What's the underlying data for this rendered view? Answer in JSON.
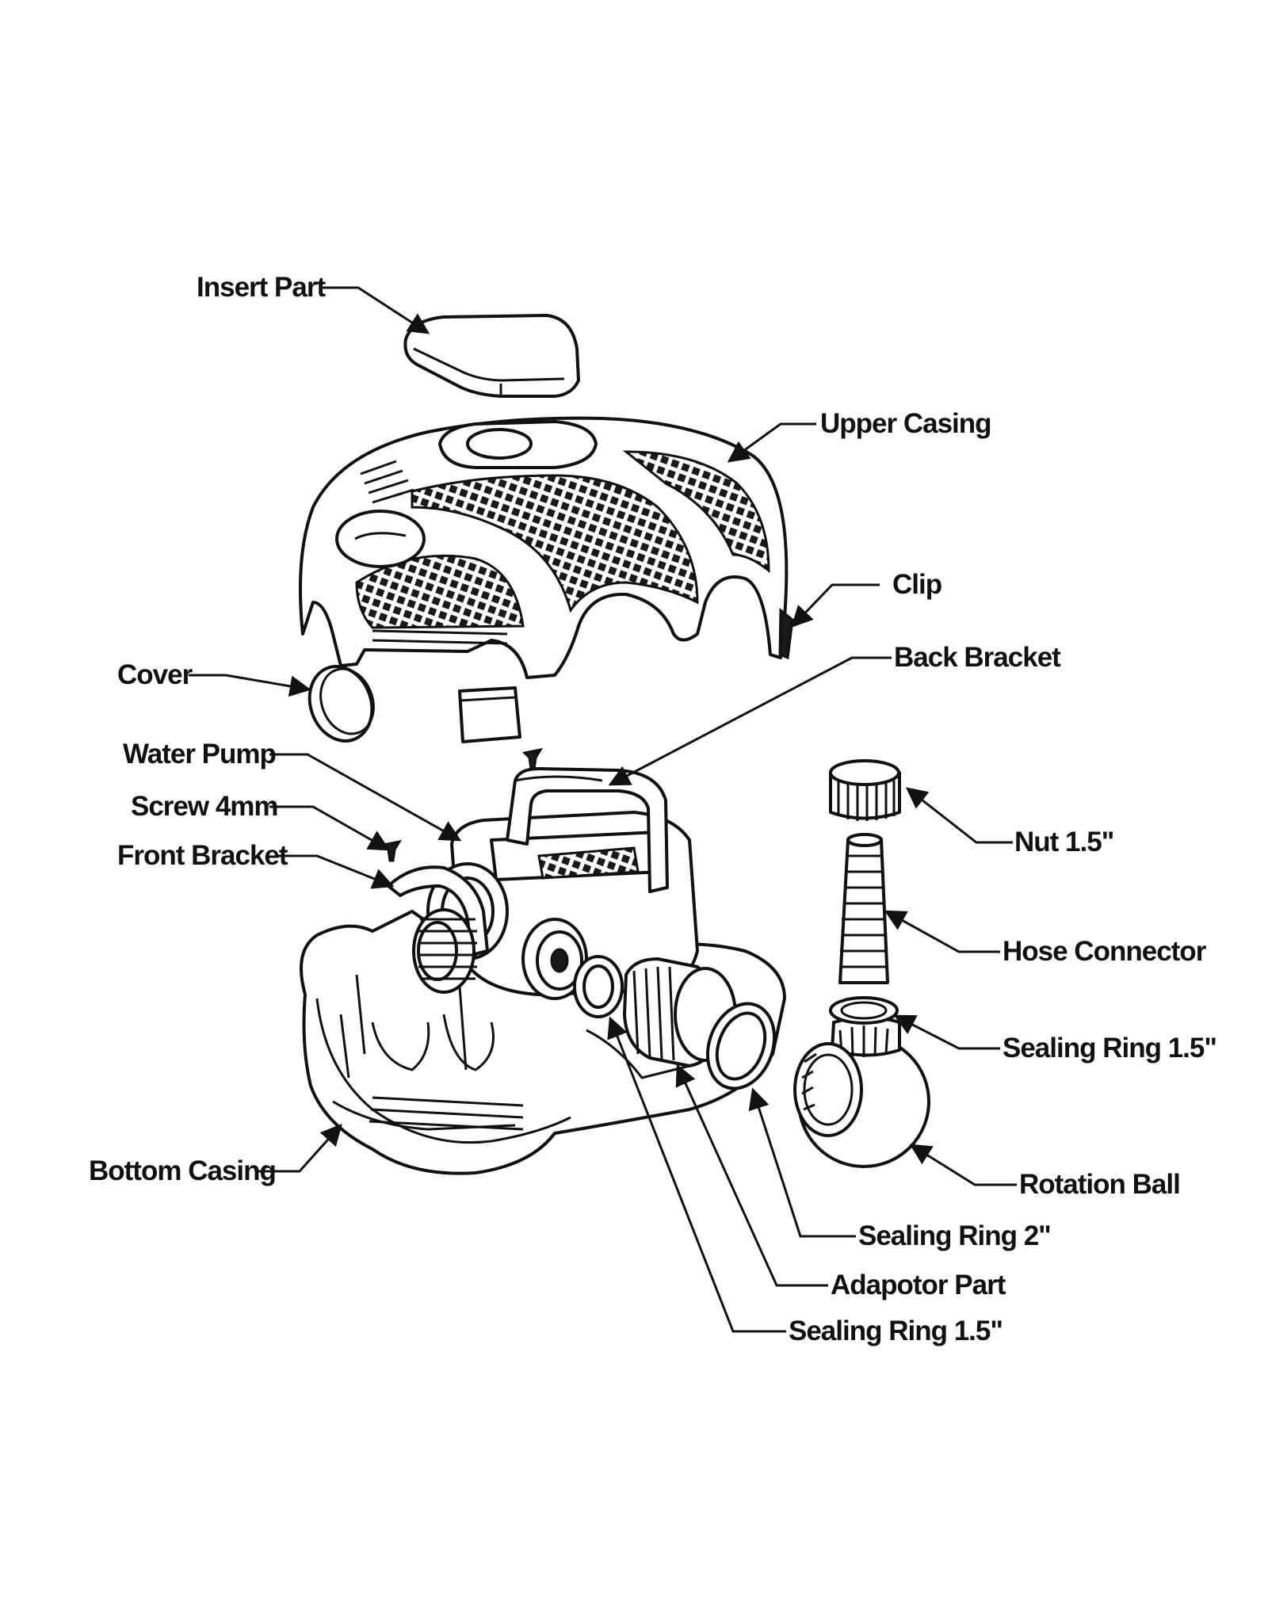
{
  "labels": {
    "insert_part": "Insert Part",
    "upper_casing": "Upper Casing",
    "clip": "Clip",
    "back_bracket": "Back Bracket",
    "cover": "Cover",
    "water_pump": "Water Pump",
    "screw_4mm": "Screw 4mm",
    "front_bracket": "Front Bracket",
    "nut_1_5": "Nut 1.5\"",
    "hose_connector": "Hose Connector",
    "sealing_ring_1_5_right": "Sealing Ring 1.5\"",
    "rotation_ball": "Rotation Ball",
    "bottom_casing": "Bottom Casing",
    "sealing_ring_2": "Sealing Ring 2\"",
    "adaptor_part": "Adapotor Part",
    "sealing_ring_1_5_bottom": "Sealing Ring 1.5\""
  }
}
